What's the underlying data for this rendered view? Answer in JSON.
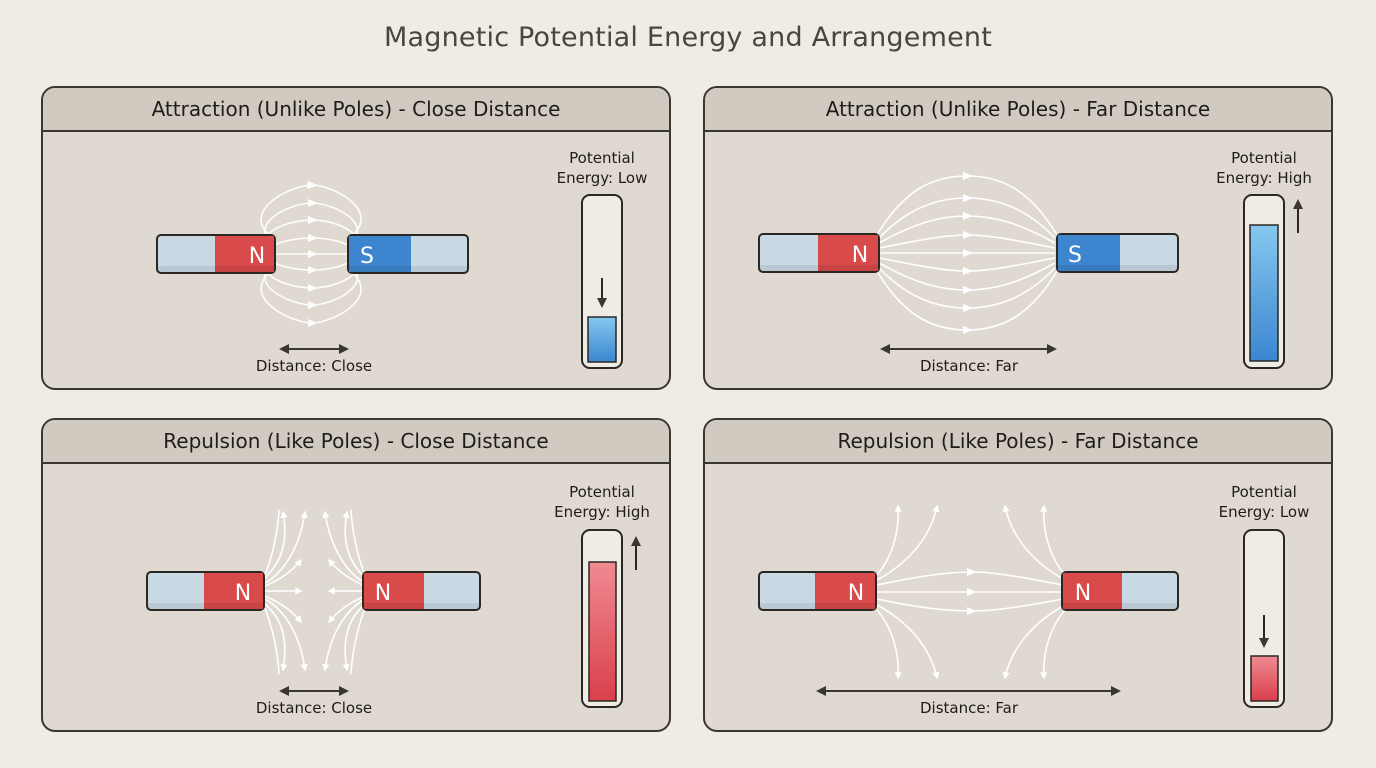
{
  "title": "Magnetic Potential Energy and Arrangement",
  "colors": {
    "background": "#efece5",
    "panel_bg": "#e0d9d1",
    "header_bg": "#d1cac1",
    "border": "#3a3632",
    "north": "#d94a4a",
    "south": "#3d86cf",
    "magnet_body": "#c9d9e4",
    "field_line": "#ffffff",
    "energy_blue": "#4a97da",
    "energy_red": "#e0545e"
  },
  "panels": [
    {
      "id": "attraction-close",
      "title": "Attraction (Unlike Poles) - Close Distance",
      "left_magnet": {
        "pole": "N"
      },
      "right_magnet": {
        "pole": "S"
      },
      "distance_label": "Distance: Close",
      "energy_label_line1": "Potential",
      "energy_label_line2": "Energy: Low",
      "energy_level": "low",
      "energy_direction": "down",
      "energy_color": "blue"
    },
    {
      "id": "attraction-far",
      "title": "Attraction (Unlike Poles) - Far Distance",
      "left_magnet": {
        "pole": "N"
      },
      "right_magnet": {
        "pole": "S"
      },
      "distance_label": "Distance: Far",
      "energy_label_line1": "Potential",
      "energy_label_line2": "Energy: High",
      "energy_level": "high",
      "energy_direction": "up",
      "energy_color": "blue"
    },
    {
      "id": "repulsion-close",
      "title": "Repulsion (Like Poles) - Close Distance",
      "left_magnet": {
        "pole": "N"
      },
      "right_magnet": {
        "pole": "N"
      },
      "distance_label": "Distance: Close",
      "energy_label_line1": "Potential",
      "energy_label_line2": "Energy: High",
      "energy_level": "high",
      "energy_direction": "up",
      "energy_color": "red"
    },
    {
      "id": "repulsion-far",
      "title": "Repulsion (Like Poles) - Far Distance",
      "left_magnet": {
        "pole": "N"
      },
      "right_magnet": {
        "pole": "N"
      },
      "distance_label": "Distance: Far",
      "energy_label_line1": "Potential",
      "energy_label_line2": "Energy: Low",
      "energy_level": "low",
      "energy_direction": "down",
      "energy_color": "red"
    }
  ]
}
